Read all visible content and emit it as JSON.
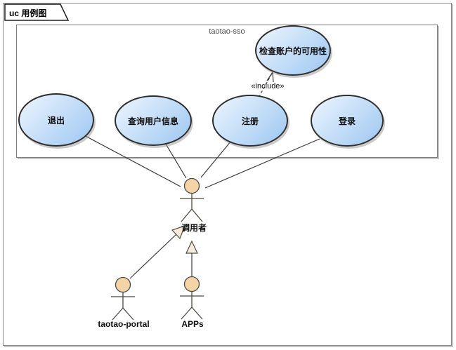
{
  "diagram": {
    "frame_tab": "uc 用例图",
    "boundary_label": "taotao-sso"
  },
  "usecases": {
    "check_account": "检查账户的可用性",
    "quit": "退出",
    "query_user_info": "查询用户信息",
    "register": "注册",
    "login": "登录"
  },
  "actors": {
    "caller": "调用者",
    "taotao_portal": "taotao-portal",
    "apps": "APPs"
  },
  "relations": {
    "include_label": "«include»"
  },
  "colors": {
    "usecase_fill_light": "#eef5fe",
    "usecase_fill_dark": "#9dc7f1",
    "usecase_border": "#2e2e2e",
    "actor_head_fill": "#f4d4a6",
    "generalization_arrow_fill": "#f6ecd9",
    "shadow": "#c6c6c6"
  }
}
